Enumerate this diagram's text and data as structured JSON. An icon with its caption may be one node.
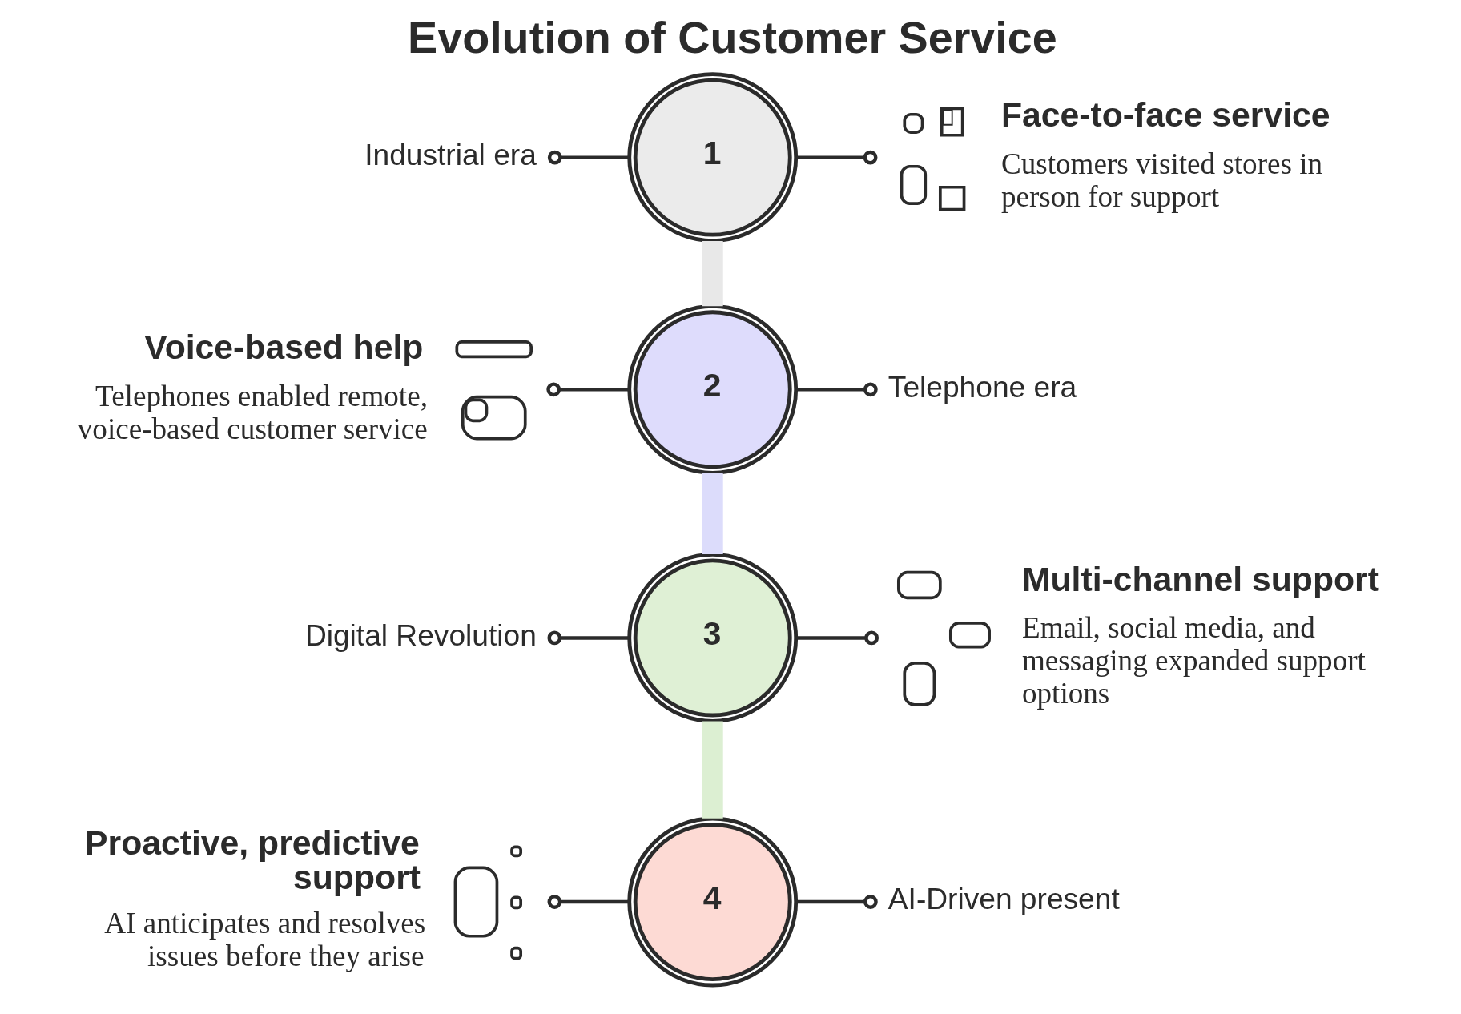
{
  "diagram": {
    "title": "Evolution of Customer Service",
    "nodes": [
      {
        "text": [
          "Industrial era"
        ]
      },
      {
        "text": [
          "1"
        ]
      },
      {
        "text": [],
        "shape": "picture",
        "beside": [
          "Face-to-face service",
          "Customers visited stores in person for support"
        ]
      },
      {
        "text": [],
        "shape": "picture",
        "beside": [
          "Voice-based help",
          "Telephones enabled remote, voice-based customer service"
        ]
      },
      {
        "text": [
          "2"
        ]
      },
      {
        "text": [
          "Telephone era"
        ]
      },
      {
        "text": [
          "Digital Revolution"
        ]
      },
      {
        "text": [
          "3"
        ]
      },
      {
        "text": [],
        "shape": "picture",
        "beside": [
          "Multi-channel support",
          "Email, social media, and messaging expanded support options"
        ]
      },
      {
        "text": [],
        "shape": "picture",
        "beside": [
          "Proactive, predictive support",
          "AI anticipates and resolves issues before they arise"
        ]
      },
      {
        "text": [
          "4"
        ]
      },
      {
        "text": [
          "AI-Driven present"
        ]
      }
    ],
    "edges": [
      {
        "from": 0,
        "to": 1,
        "arrow": "other"
      },
      {
        "from": 1,
        "to": 2,
        "arrow": "other"
      },
      {
        "from": 1,
        "to": 4,
        "arrow": "none",
        "style": "thick",
        "color": "#e8e8e8"
      },
      {
        "from": 3,
        "to": 4,
        "arrow": "other"
      },
      {
        "from": 4,
        "to": 5,
        "arrow": "other"
      },
      {
        "from": 4,
        "to": 7,
        "arrow": "none",
        "style": "thick",
        "color": "#dcdcfb"
      },
      {
        "from": 6,
        "to": 7,
        "arrow": "other"
      },
      {
        "from": 7,
        "to": 8,
        "arrow": "other"
      },
      {
        "from": 7,
        "to": 10,
        "arrow": "none",
        "style": "thick",
        "color": "#dcefd2"
      },
      {
        "from": 9,
        "to": 10,
        "arrow": "other"
      },
      {
        "from": 10,
        "to": 11,
        "arrow": "other"
      }
    ]
  }
}
